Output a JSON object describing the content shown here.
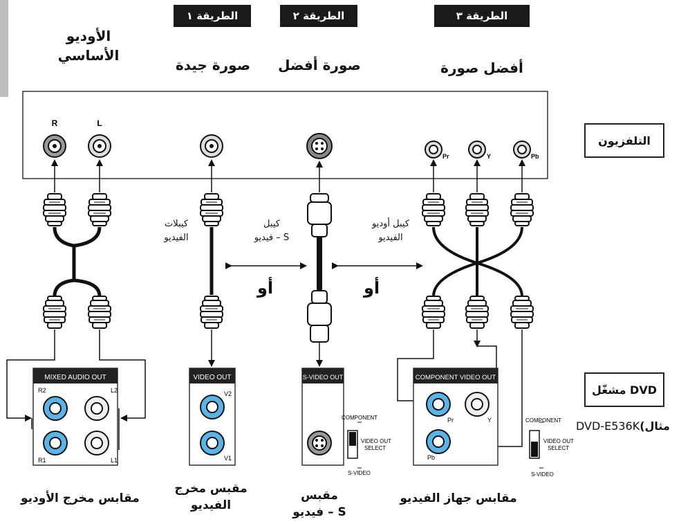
{
  "methods": {
    "m1": "الطريقة ١",
    "m2": "الطريقة ٢",
    "m3": "الطريقة ٣"
  },
  "headings": {
    "audio_line1": "الأوديو",
    "audio_line2": "الأساسي",
    "good": "صورة جيدة",
    "better": "صورة أفضل",
    "best": "أفضل صورة"
  },
  "side": {
    "tv": "التلفزيون",
    "dvd": "مشغّل DVD",
    "example_prefix": "(مثال",
    "example_model": " DVD-E536K"
  },
  "tv_jacks": {
    "r": "R",
    "l": "L",
    "pr": "Pr",
    "y": "Y",
    "pb": "Pb"
  },
  "cables": {
    "video_line1": "كيبلات",
    "video_line2": "الفيديو",
    "svideo_line1": "كيبل",
    "svideo_line2": "فيديو – S",
    "component_line1": "كيبل أوديو",
    "component_line2": "الفيديو",
    "or": "أو"
  },
  "panels": {
    "mixed_audio": "MIXED AUDIO OUT",
    "r2": "R2",
    "l2": "L2",
    "r1": "R1",
    "l1": "L1",
    "video_out": "VIDEO OUT",
    "v2": "V2",
    "v1": "V1",
    "svideo_out": "S-VIDEO OUT",
    "component_out": "COMPONENT VIDEO OUT",
    "pr": "Pr",
    "y": "Y",
    "pb": "Pb",
    "sw_component": "COMPONENT",
    "sw_video_out": "VIDEO OUT",
    "sw_select": "SELECT",
    "sw_svideo": "S-VIDEO"
  },
  "bottom": {
    "audio_jacks": "مقابس مخرج الأوديو",
    "video_line1": "مقبس مخرج",
    "video_line2": "الفيديو",
    "svideo_line1": "مقبس",
    "svideo_line2": "فيديو – S",
    "component_jacks": "مقابس جهاز الفيديو"
  },
  "colors": {
    "jack_blue": "#5bb3e6",
    "panel_fill": "#ffffff",
    "tab_fill": "#1a1a1a"
  }
}
